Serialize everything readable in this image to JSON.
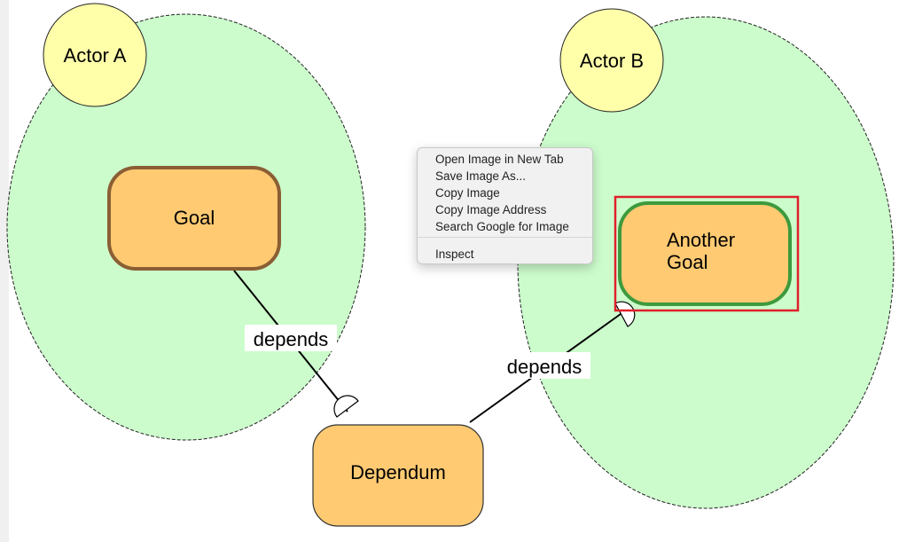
{
  "diagram": {
    "actors": [
      {
        "id": "actor-a",
        "label": "Actor A"
      },
      {
        "id": "actor-b",
        "label": "Actor B"
      }
    ],
    "goals": [
      {
        "id": "goal",
        "label": "Goal",
        "border_color": "#8b5e34",
        "fill_color": "#ffca72"
      },
      {
        "id": "another-goal",
        "label_lines": [
          "Another",
          "Goal"
        ],
        "border_color": "#3d9a3d",
        "fill_color": "#ffca72",
        "selected": true,
        "selection_color": "#e0202a"
      },
      {
        "id": "dependum",
        "label": "Dependum",
        "border_color": "#333333",
        "fill_color": "#ffca72"
      }
    ],
    "links": [
      {
        "from": "goal",
        "to": "dependum",
        "label": "depends"
      },
      {
        "from": "dependum",
        "to": "another-goal",
        "label": "depends"
      }
    ],
    "colors": {
      "actor_boundary_fill": "#ccfccc",
      "actor_circle_fill": "#ffffaa"
    }
  },
  "context_menu": {
    "items": [
      "Open Image in New Tab",
      "Save Image As...",
      "Copy Image",
      "Copy Image Address",
      "Search Google for Image"
    ],
    "inspect_label": "Inspect"
  }
}
